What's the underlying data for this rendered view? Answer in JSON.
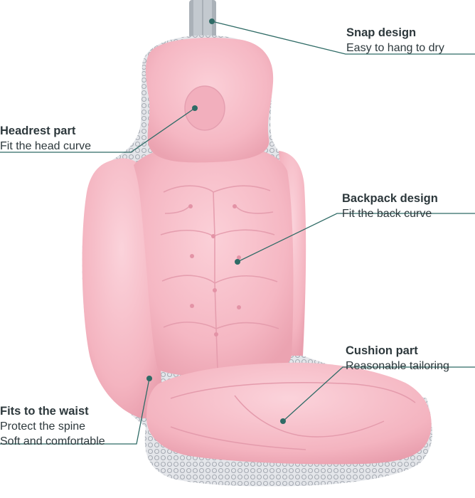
{
  "accent_color": "#2f6b66",
  "cushion_color": "#f7bcc7",
  "callouts": {
    "snap": {
      "title": "Snap design",
      "lines": [
        "Easy to hang to dry"
      ]
    },
    "headrest": {
      "title": "Headrest part",
      "lines": [
        "Fit the head curve"
      ]
    },
    "backpack": {
      "title": "Backpack design",
      "lines": [
        "Fit the back curve"
      ]
    },
    "cushion": {
      "title": "Cushion part",
      "lines": [
        "Reasonable tailoring"
      ]
    },
    "waist": {
      "title": "Fits to the waist",
      "lines": [
        "Protect the spine",
        "Soft and comfortable"
      ]
    }
  }
}
